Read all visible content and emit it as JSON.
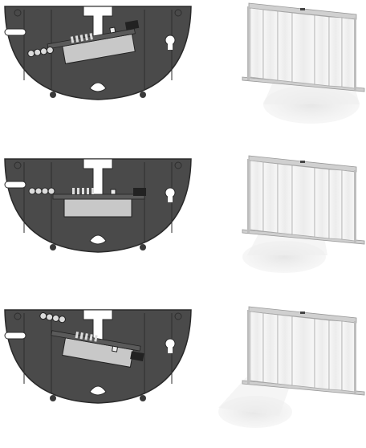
{
  "figure": {
    "panels": [
      {
        "id": "top",
        "bracket_tilt": "tilted-left",
        "detection_zone": "angled-forward"
      },
      {
        "id": "middle",
        "bracket_tilt": "level",
        "detection_zone": "straight-down"
      },
      {
        "id": "bottom",
        "bracket_tilt": "tilted-right",
        "detection_zone": "angled-back"
      }
    ]
  },
  "colors": {
    "bracket_body": "#4a4a4a",
    "bracket_outline": "#2a2a2a",
    "insert": "#c8c8c8",
    "door_frame": "#bfbfbf",
    "glass": "#f2f2f2",
    "zone": "#dcdcdc"
  }
}
